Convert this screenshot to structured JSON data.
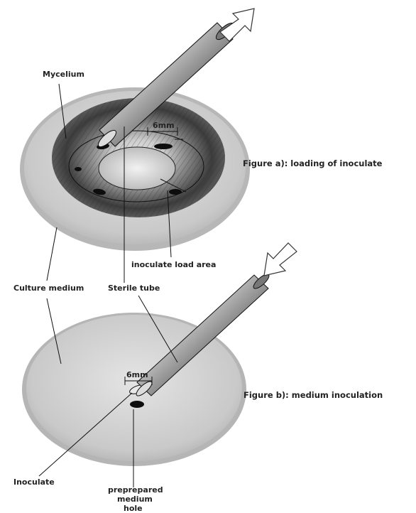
{
  "labels": {
    "mycelium": "Mycelium",
    "dimension_top": "6mm",
    "figure_a": "Figure a): loading of inoculate",
    "inoculate_load_area": "inoculate load area",
    "culture_medium": "Culture  medium",
    "sterile_tube": "Sterile tube",
    "dimension_bottom": "6mm",
    "figure_b": "Figure b): medium inoculation",
    "inoculate": "Inoculate",
    "hole_line1": "preprepared",
    "hole_line2": "medium",
    "hole_line3": "hole"
  },
  "colors": {
    "medium": "#d2d2d2",
    "mycelium_dark": "#3a3a3a",
    "center": "#cfcfcf",
    "tube_light": "#f4f4f4",
    "tube_dark": "#1e1e1e"
  }
}
